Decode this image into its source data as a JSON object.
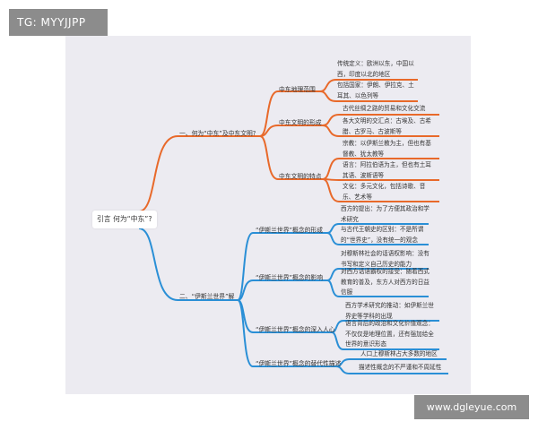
{
  "badge": "TG: MYYJJPP",
  "watermark": "www.dgleyue.com",
  "colors": {
    "branch1": "#e8692a",
    "branch2": "#2a8fd6",
    "background": "#ecebf1"
  },
  "root": "引言 何为“中东”?",
  "branch1": {
    "label": "一、何为“中东”及中东文明?",
    "subs": [
      {
        "label": "中东地理范围",
        "leaves": [
          "传统定义：欧洲以东，中国以西，印度以北的地区",
          "包括国家：伊朗、伊拉克、土耳其、以色列等"
        ]
      },
      {
        "label": "中东文明的形成",
        "leaves": [
          "古代丝绸之路的贸易和文化交流",
          "各大文明的交汇点：古埃及、古希腊、古罗马、古波斯等"
        ]
      },
      {
        "label": "中东文明的特点",
        "leaves": [
          "宗教：以伊斯兰教为主，但也有基督教、犹太教等",
          "语言：阿拉伯语为主，但也有土耳其语、波斯语等",
          "文化：多元文化，包括诗歌、音乐、艺术等"
        ]
      }
    ]
  },
  "branch2": {
    "label": "二、“伊斯兰世界”解",
    "subs": [
      {
        "label": "“伊斯兰世界”概念的形成",
        "leaves": [
          "西方的提出：为了方便其政治和学术研究",
          "与古代王朝史的区别：不是所谓的“世界史”，没有统一的观念"
        ]
      },
      {
        "label": "“伊斯兰世界”概念的影响",
        "leaves": [
          "对穆斯林社会的话语权影响：没有书写和定义自己历史的能力",
          "对西方话语霸权的接受：随着西式教育的普及，东方人对西方的日益信服"
        ]
      },
      {
        "label": "“伊斯兰世界”概念的深入人心",
        "leaves": [
          "西方学术研究的推动：如伊斯兰世界史等学科的出现",
          "语言背后的政治和文化价值观念：不仅仅是地理位置，还有强加给全世界的意识形态"
        ]
      },
      {
        "label": "“伊斯兰世界”概念的替代性描述",
        "leaves": [
          "人口上穆斯林占大多数的地区",
          "描述性概念的不严谨和不周延性"
        ]
      }
    ]
  }
}
